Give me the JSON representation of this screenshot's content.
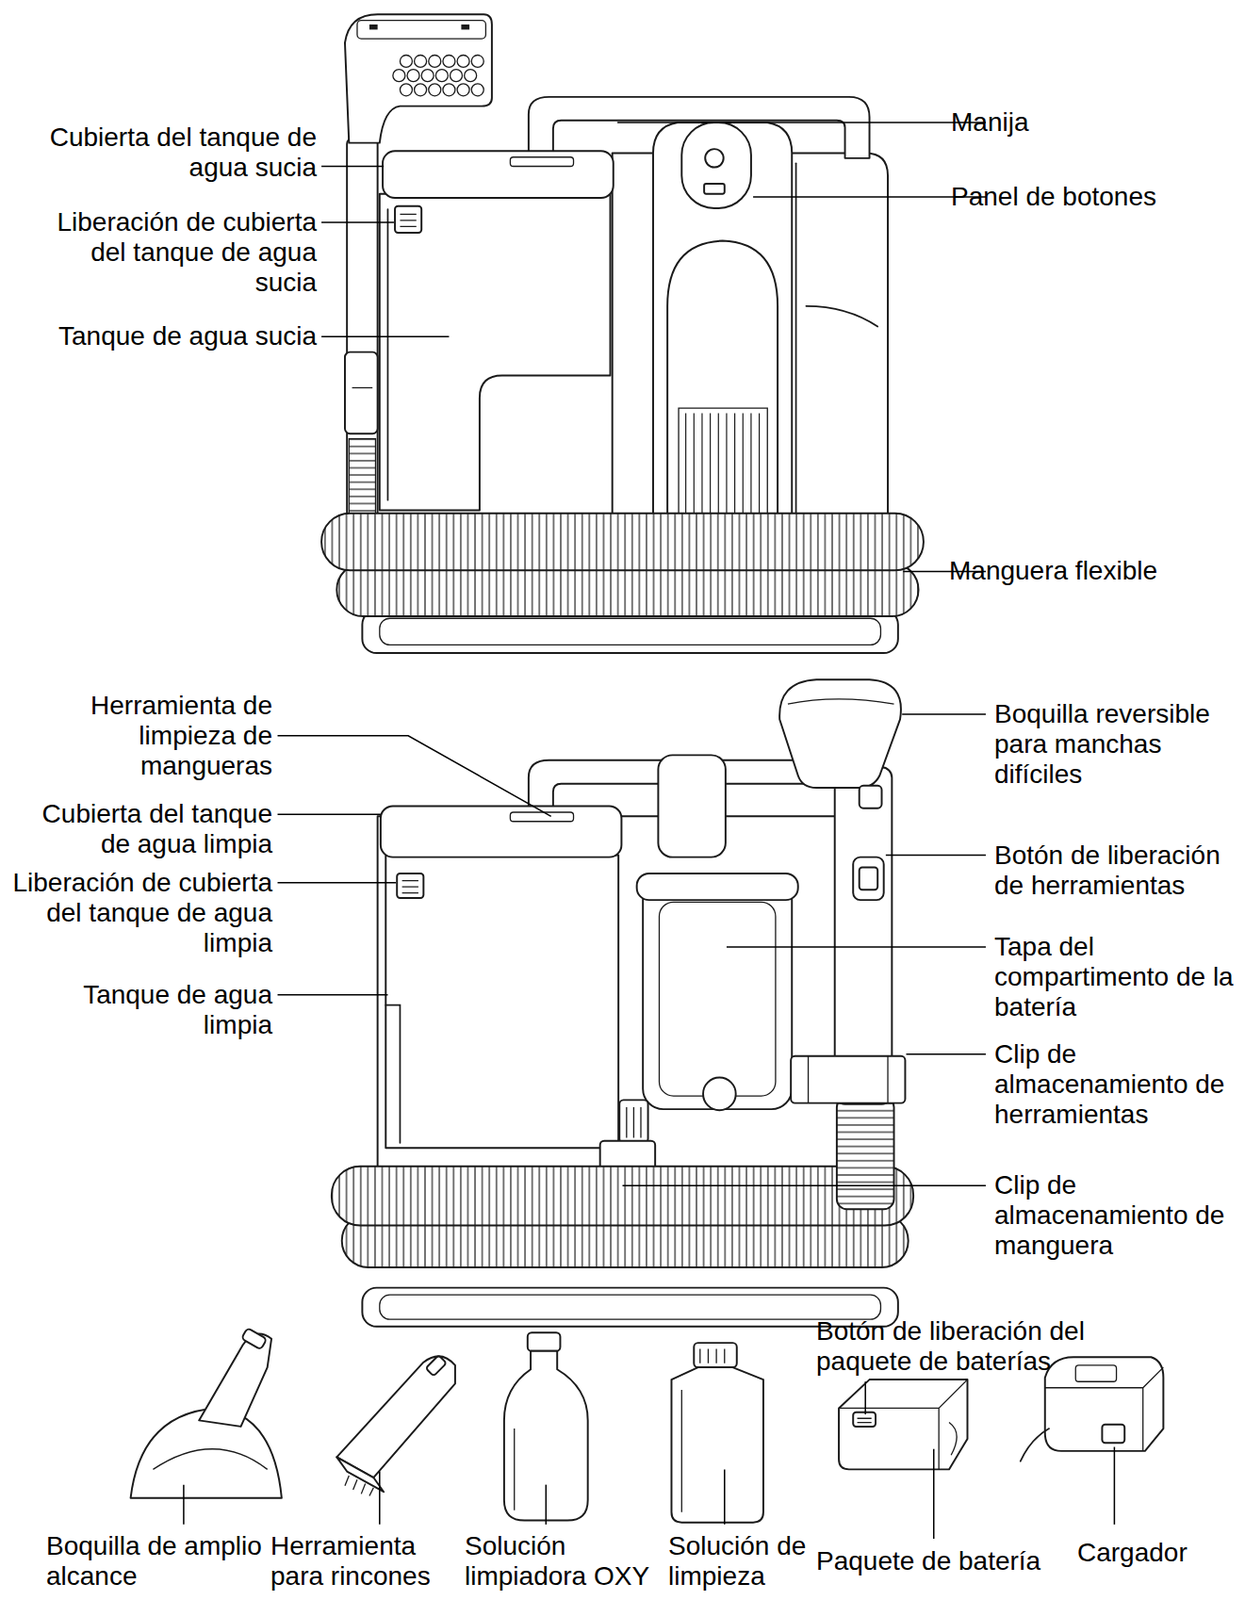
{
  "diagram": {
    "labels": [
      "Cubierta del tanque de agua sucia",
      "Liberación de cubierta del tanque de agua sucia",
      "Tanque de agua sucia",
      "Manija",
      "Panel de botones",
      "Manguera flexible",
      "Herramienta de limpieza de mangueras",
      "Cubierta del tanque de agua limpia",
      "Liberación de cubierta del tanque de agua limpia",
      "Tanque de agua limpia",
      "Boquilla reversible para manchas difíciles",
      "Botón de liberación de herramientas",
      "Tapa del compartimento de la batería",
      "Clip de almacenamiento de herramientas",
      "Clip de almacenamiento de manguera",
      "Botón de liberación del paquete de baterías",
      "Boquilla de amplio alcance",
      "Herramienta para rincones",
      "Solución limpiadora OXY",
      "Solución de limpieza",
      "Paquete de batería",
      "Cargador"
    ]
  }
}
